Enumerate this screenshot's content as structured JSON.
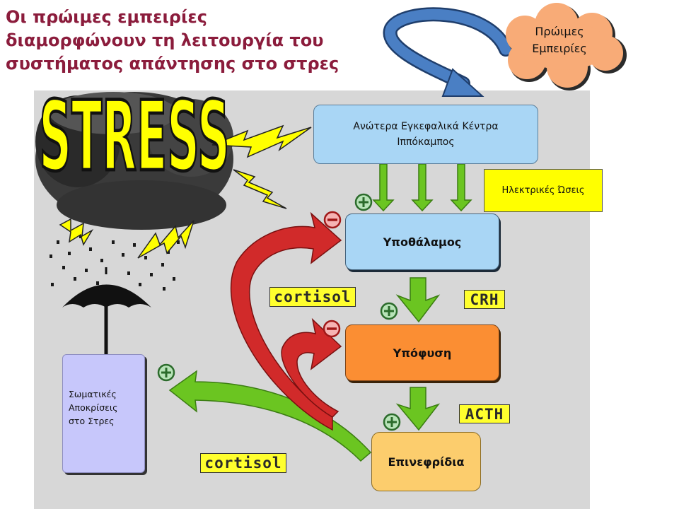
{
  "title": {
    "line1": "Οι πρώιμες εμπειρίες",
    "line2": "διαμορφώνουν τη λειτουργία του",
    "line3": "συστήματος απάντησης στο στρες"
  },
  "cloud": {
    "line1": "Πρώιμες",
    "line2": "Εμπειρίες"
  },
  "stress_word": "STRESS",
  "boxes": {
    "cortex_line1": "Ανώτερα Εγκεφαλικά Κέντρα",
    "cortex_line2": "Ιππόκαμπος",
    "hypothalamus": "Υποθάλαμος",
    "pituitary": "Υπόφυση",
    "adrenal": "Επινεφρίδια",
    "pulses": "Ηλεκτρικές Ώσεις",
    "somatic_line1": "Σωματικές",
    "somatic_line2": "Αποκρίσεις",
    "somatic_line3": "στο Στρες"
  },
  "hormones": {
    "cortisol_1": "cortisol",
    "cortisol_2": "cortisol",
    "crh": "CRH",
    "acth": "ACTH"
  },
  "colors": {
    "title": "#8b1c3c",
    "panel": "#d7d7d7",
    "cortex": "#a9d6f5",
    "pituitary": "#fb8e33",
    "adrenal": "#fccd6d",
    "somatic": "#c7c7fb",
    "pulses": "#ffff00",
    "green_arrow": "#6bc521",
    "red_arrow": "#d12a2a",
    "blue_arrow": "#3d6fb4",
    "cloud": "#f8ab77"
  }
}
